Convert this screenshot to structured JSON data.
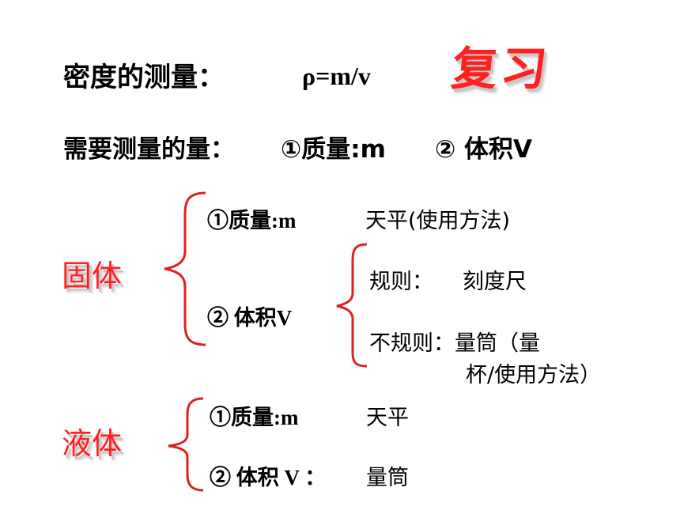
{
  "header": {
    "title": "密度的测量：",
    "formula": "ρ=m/v",
    "badge": "复习"
  },
  "need": {
    "label": "需要测量的量：",
    "mass": "①质量:m",
    "volume": "② 体积V"
  },
  "solid": {
    "label": "固体",
    "mass": "①质量:m",
    "mass_tool": "天平(使用方法)",
    "volume": "② 体积V",
    "regular_label": "规则：",
    "regular_tool": "刻度尺",
    "irregular_line1": "不规则：量筒（量",
    "irregular_line2": "杯/使用方法）"
  },
  "liquid": {
    "label": "液体",
    "mass": "①质量:m",
    "mass_tool": "天平",
    "volume": "② 体积 V ：",
    "volume_tool": "量筒"
  },
  "colors": {
    "brace": "#e02020",
    "wordart_red": "#ff2020",
    "wordart_shadow": "#c8c8c8",
    "text": "#000000"
  }
}
